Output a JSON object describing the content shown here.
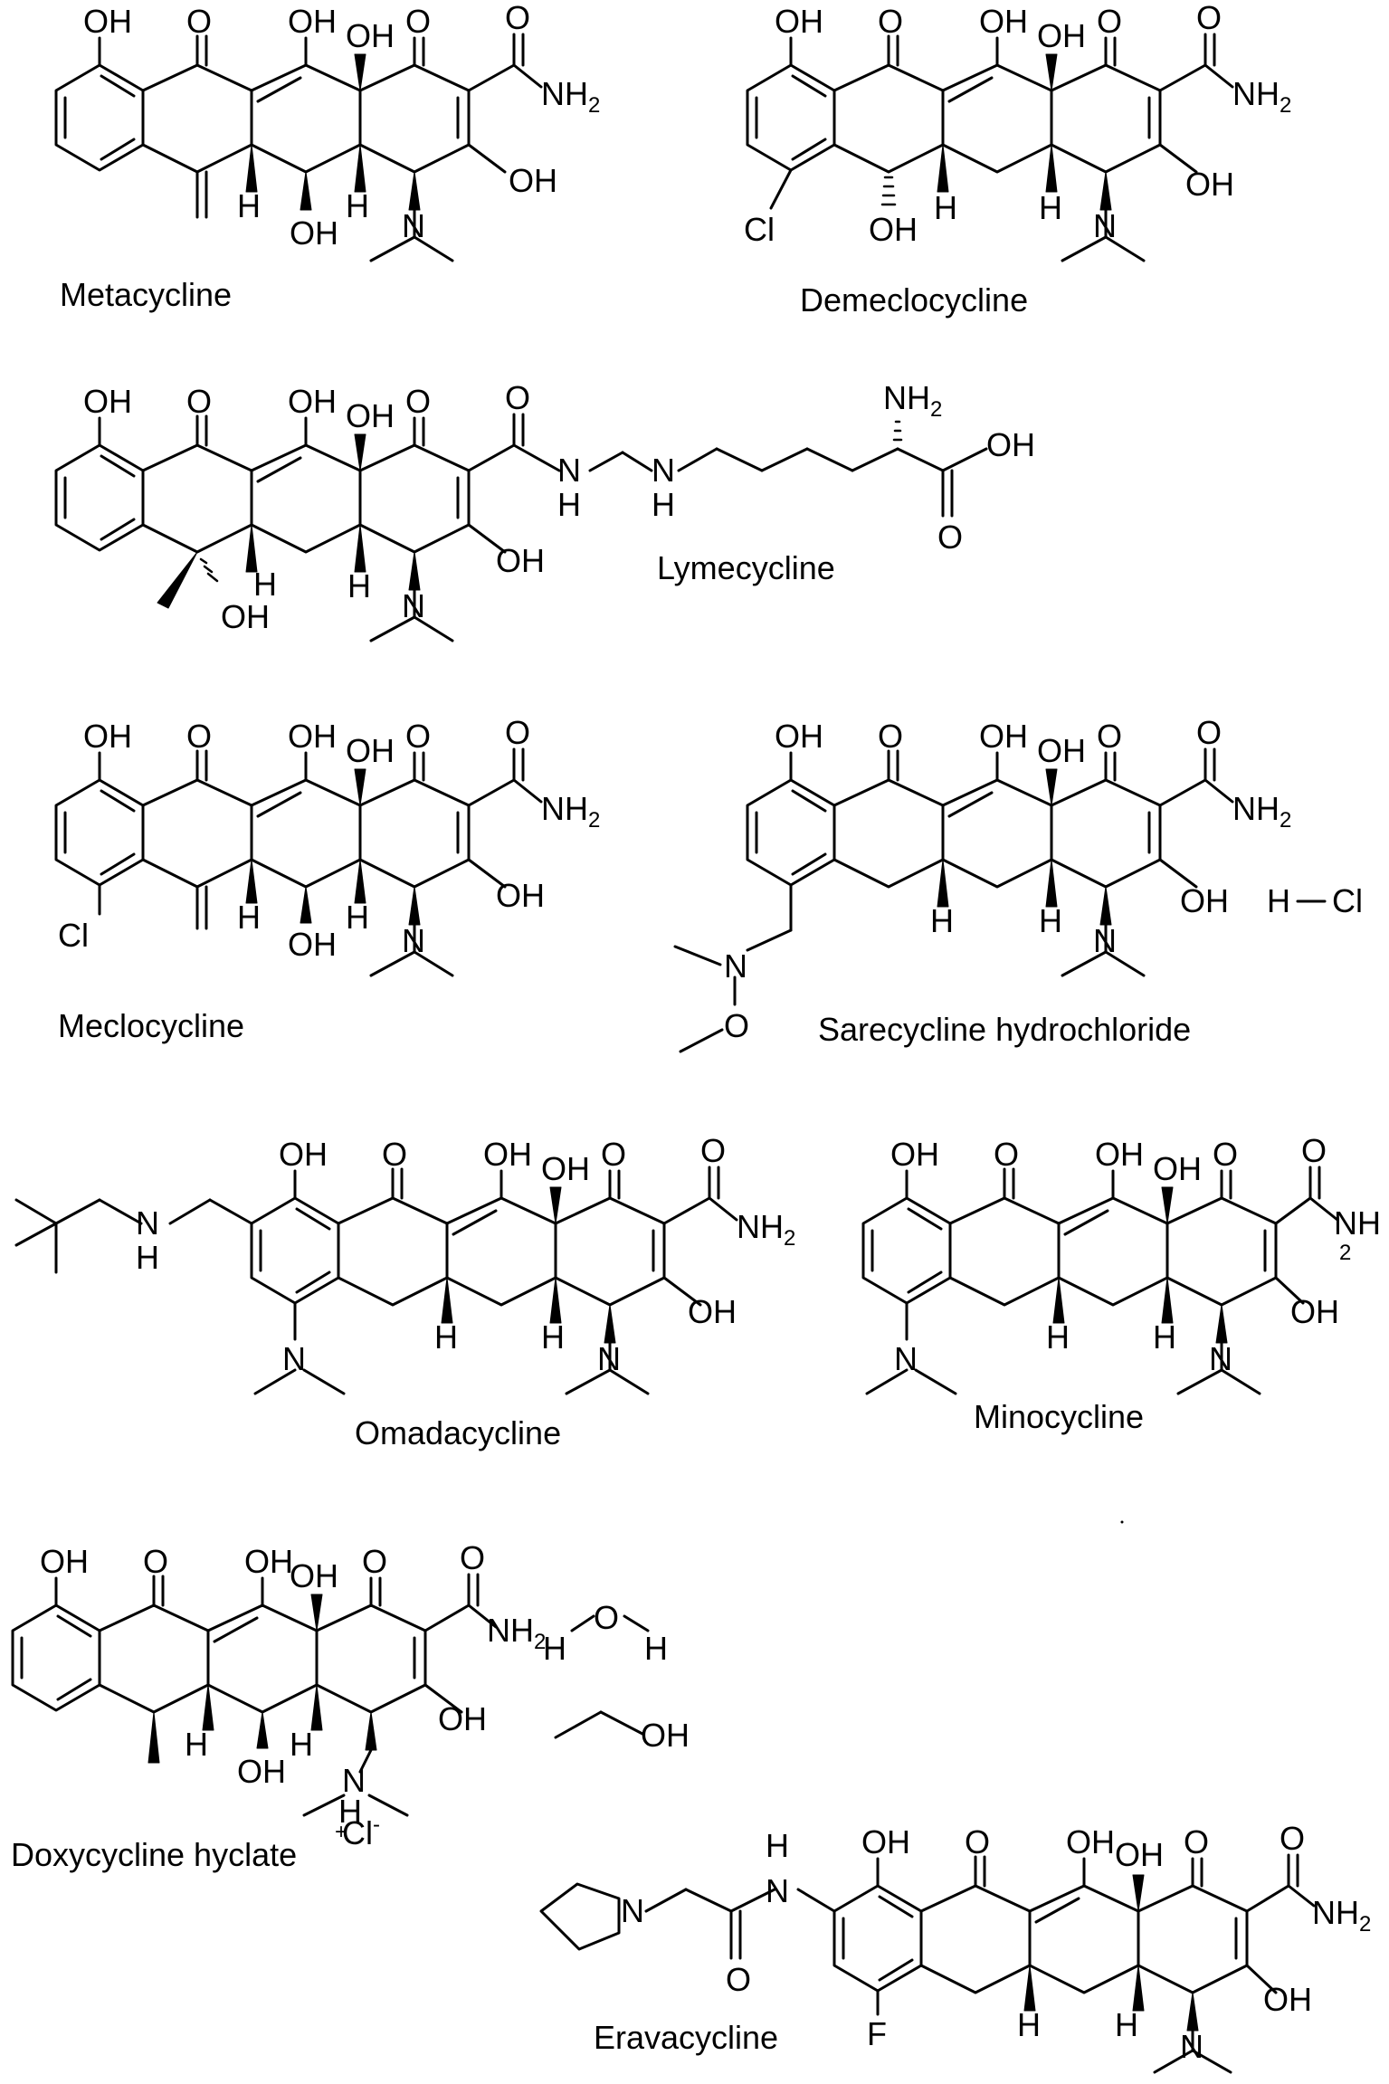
{
  "compounds": [
    {
      "name": "Metacycline"
    },
    {
      "name": "Demeclocycline"
    },
    {
      "name": "Lymecycline"
    },
    {
      "name": "Meclocycline"
    },
    {
      "name": "Sarecycline hydrochloride"
    },
    {
      "name": "Omadacycline"
    },
    {
      "name": "Minocycline"
    },
    {
      "name": "Doxycycline hyclate"
    },
    {
      "name": "Eravacycline"
    }
  ],
  "atoms": {
    "oh": "OH",
    "o": "O",
    "h": "H",
    "n": "N",
    "nh": "NH",
    "nh2": "NH",
    "sub2": "2",
    "cl": "Cl",
    "f": "F",
    "hcl_h": "H",
    "hcl_cl": "Cl",
    "cl_minus": "Cl",
    "minus": "-",
    "plus": "+"
  }
}
